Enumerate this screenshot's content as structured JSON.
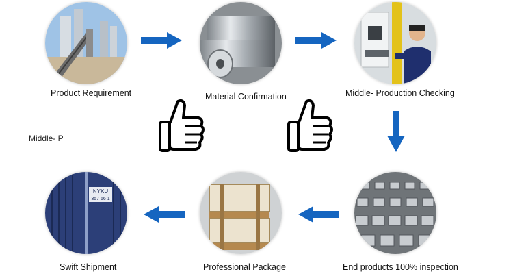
{
  "steps": [
    {
      "label": "Product Requirement",
      "image": "industrial-plant-icon"
    },
    {
      "label": "Material Confirmation",
      "image": "aluminum-coil-icon"
    },
    {
      "label": "Middle- Production Checking",
      "image": "inspection-worker-icon"
    },
    {
      "label": "End products 100% inspection",
      "image": "finished-parts-icon"
    },
    {
      "label": "Professional Package",
      "image": "wooden-crate-icon"
    },
    {
      "label": "Swift Shipment",
      "image": "shipping-container-icon"
    }
  ],
  "stray_text": "Middle- P",
  "container_text": {
    "line1": "NYKU",
    "line2": "357 66 1"
  },
  "colors": {
    "arrow": "#1565c0",
    "text": "#111111"
  },
  "decorations": [
    "thumbs-up-icon",
    "thumbs-up-icon"
  ]
}
